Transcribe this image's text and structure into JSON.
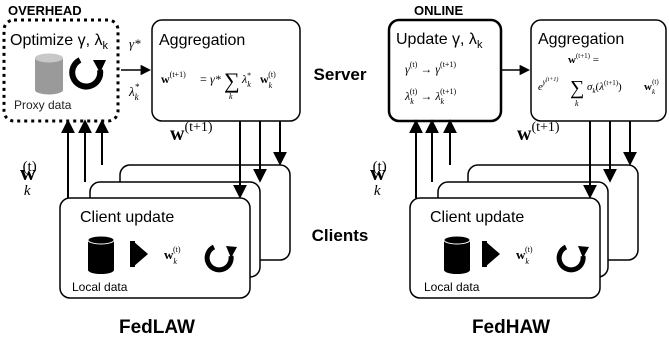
{
  "server_label": "Server",
  "clients_label": "Clients",
  "left": {
    "tag": "OVERHEAD",
    "optimize_title": "Optimize γ, λ",
    "optimize_title_sub": "k",
    "proxy_label": "Proxy data",
    "gamma_star": "γ*",
    "lambda_star": "λ",
    "lambda_star_sub": "k",
    "lambda_star_sup": "*",
    "aggregation_title": "Aggregation",
    "w_next": "w",
    "w_next_sup": "(t+1)",
    "w_k": "w",
    "w_k_sub": "k",
    "w_k_sup": "(t)",
    "client_title": "Client update",
    "local_label": "Local data",
    "caption": "FedLAW"
  },
  "right": {
    "tag": "ONLINE",
    "update_title": "Update γ, λ",
    "update_title_sub": "k",
    "aggregation_title": "Aggregation",
    "w_next": "w",
    "w_next_sup": "(t+1)",
    "w_k": "w",
    "w_k_sub": "k",
    "w_k_sup": "(t)",
    "client_title": "Client update",
    "local_label": "Local data",
    "caption": "FedHAW"
  }
}
